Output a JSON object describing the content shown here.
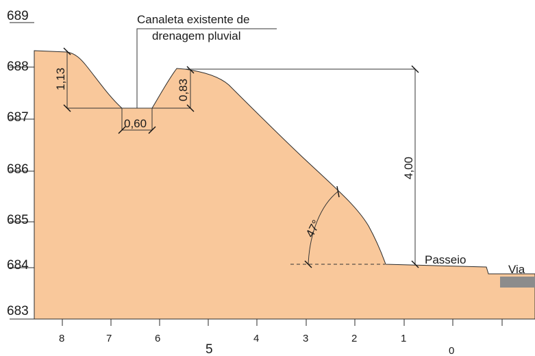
{
  "colors": {
    "terrain": "#f9c89b",
    "road": "#8c8c8c",
    "line": "#333333"
  },
  "y_axis": [
    "689",
    "688",
    "687",
    "686",
    "685",
    "684",
    "683"
  ],
  "x_axis": {
    "upper": [
      "8",
      "7",
      "6",
      "4",
      "3",
      "2",
      "1"
    ],
    "lower": [
      "5",
      "0"
    ]
  },
  "annotations": {
    "canaleta_line1": "Canaleta existente de",
    "canaleta_line2": "drenagem pluvial",
    "depth_left": "1,13",
    "depth_right": "0,83",
    "width_bottom": "0,60",
    "height_total": "4,00",
    "angle": "47°",
    "passeio": "Passeio",
    "via": "Via"
  }
}
